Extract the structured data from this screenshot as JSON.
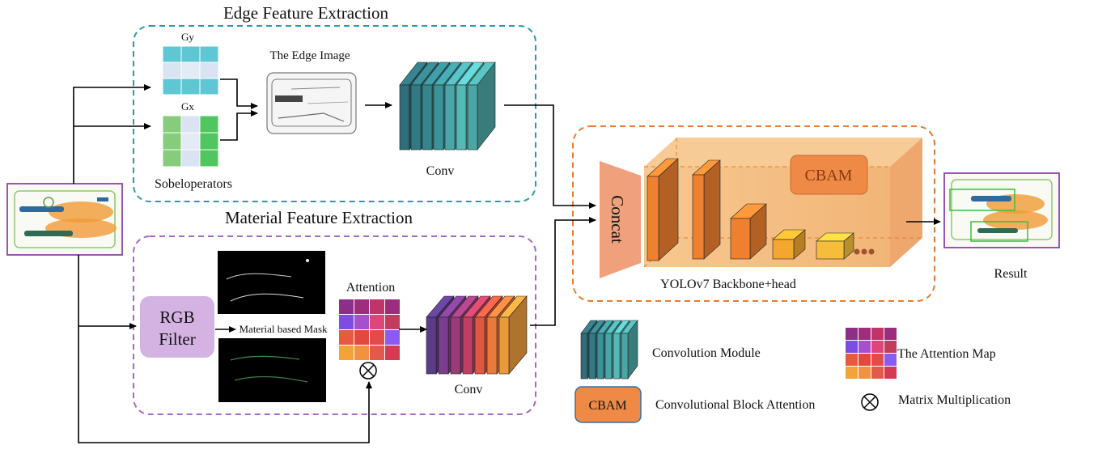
{
  "edge_section": {
    "title": "Edge Feature Extraction",
    "gy_label": "Gy",
    "gx_label": "Gx",
    "sobel_label": "Sobeloperators",
    "edge_image_label": "The Edge Image",
    "conv_label": "Conv"
  },
  "material_section": {
    "title": "Material  Feature Extraction",
    "rgb_filter_line1": "RGB",
    "rgb_filter_line2": "Filter",
    "mask_label": "Material based Mask",
    "attention_label": "Attention",
    "conv_label": "Conv"
  },
  "yolo_section": {
    "concat_label": "Concat",
    "cbam_label": "CBAM",
    "backbone_label": "YOLOv7  Backbone+head"
  },
  "result_label": "Result",
  "legend": {
    "conv_module": "Convolution Module",
    "cbam_box": "CBAM",
    "cbam_desc": "Convolutional Block Attention",
    "attention_map": "The Attention Map",
    "matrix_mult": "Matrix Multiplication"
  },
  "colors": {
    "edge_border": "#2a9ba3",
    "material_border": "#a768c4",
    "yolo_border": "#ec7a30",
    "conv_teal": "#3a9a9e",
    "rgb_filter_fill": "#d4b3e3",
    "cbam_fill": "#ee8a45",
    "concat_fill": "#f0a07a"
  }
}
